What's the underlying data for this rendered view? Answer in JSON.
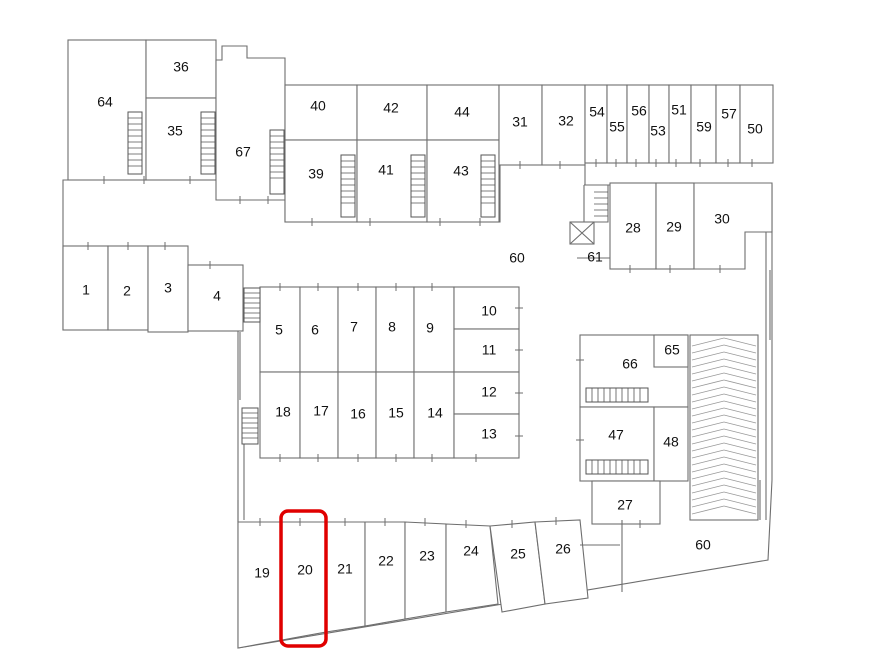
{
  "units": {
    "u1": "1",
    "u2": "2",
    "u3": "3",
    "u4": "4",
    "u5": "5",
    "u6": "6",
    "u7": "7",
    "u8": "8",
    "u9": "9",
    "u10": "10",
    "u11": "11",
    "u12": "12",
    "u13": "13",
    "u14": "14",
    "u15": "15",
    "u16": "16",
    "u17": "17",
    "u18": "18",
    "u19": "19",
    "u20": "20",
    "u21": "21",
    "u22": "22",
    "u23": "23",
    "u24": "24",
    "u25": "25",
    "u26": "26",
    "u27": "27",
    "u28": "28",
    "u29": "29",
    "u30": "30",
    "u31": "31",
    "u32": "32",
    "u35": "35",
    "u36": "36",
    "u39": "39",
    "u40": "40",
    "u41": "41",
    "u42": "42",
    "u43": "43",
    "u44": "44",
    "u47": "47",
    "u48": "48",
    "u50": "50",
    "u51": "51",
    "u53": "53",
    "u54": "54",
    "u55": "55",
    "u56": "56",
    "u57": "57",
    "u59": "59",
    "u60a": "60",
    "u60b": "60",
    "u61": "61",
    "u64": "64",
    "u65": "65",
    "u66": "66",
    "u67": "67"
  },
  "highlight": {
    "unit": "20",
    "color": "#e00000"
  }
}
